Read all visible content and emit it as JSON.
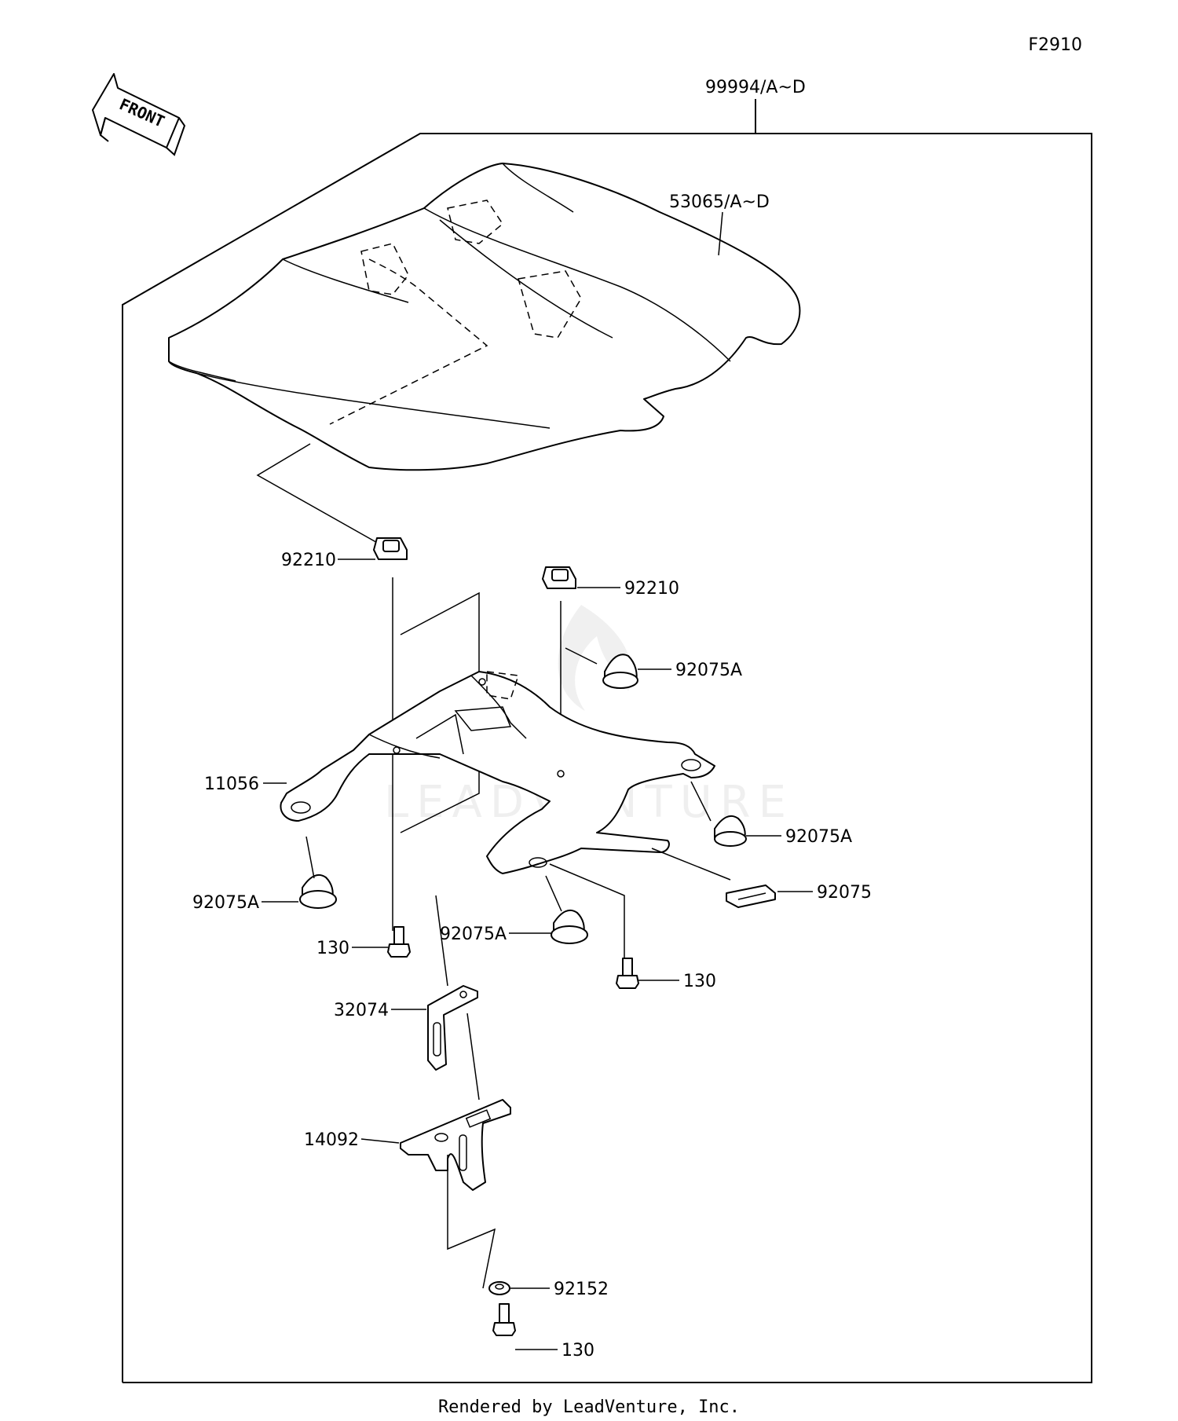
{
  "diagram_id": "F2910",
  "front_label": "FRONT",
  "footer": "Rendered by LeadVenture, Inc.",
  "watermark": "LEADVENTURE",
  "parts": [
    {
      "id": "p1",
      "label": "99994/A~D"
    },
    {
      "id": "p2",
      "label": "53065/A~D"
    },
    {
      "id": "p3",
      "label": "92210"
    },
    {
      "id": "p4",
      "label": "92210"
    },
    {
      "id": "p5",
      "label": "92075A"
    },
    {
      "id": "p6",
      "label": "11056"
    },
    {
      "id": "p7",
      "label": "92075A"
    },
    {
      "id": "p8",
      "label": "92075A"
    },
    {
      "id": "p9",
      "label": "92075"
    },
    {
      "id": "p10",
      "label": "130"
    },
    {
      "id": "p11",
      "label": "92075A"
    },
    {
      "id": "p12",
      "label": "130"
    },
    {
      "id": "p13",
      "label": "32074"
    },
    {
      "id": "p14",
      "label": "14092"
    },
    {
      "id": "p15",
      "label": "92152"
    },
    {
      "id": "p16",
      "label": "130"
    }
  ]
}
